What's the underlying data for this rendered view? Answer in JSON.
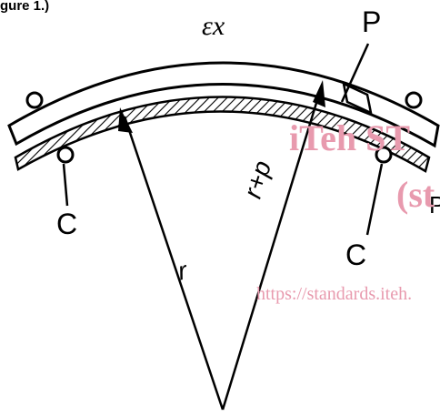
{
  "caption": "gure 1.)",
  "labels": {
    "strain": "εx",
    "p": "P",
    "c_left": "C",
    "c_right": "C",
    "radius": "r",
    "radius_plus_p": "r+p",
    "edge_letter": "P"
  },
  "watermark": {
    "line1": "iTeh ST",
    "line2": "(st",
    "url": "https://standards.iteh."
  },
  "colors": {
    "ink": "#000000",
    "watermark": "#e89aae"
  }
}
